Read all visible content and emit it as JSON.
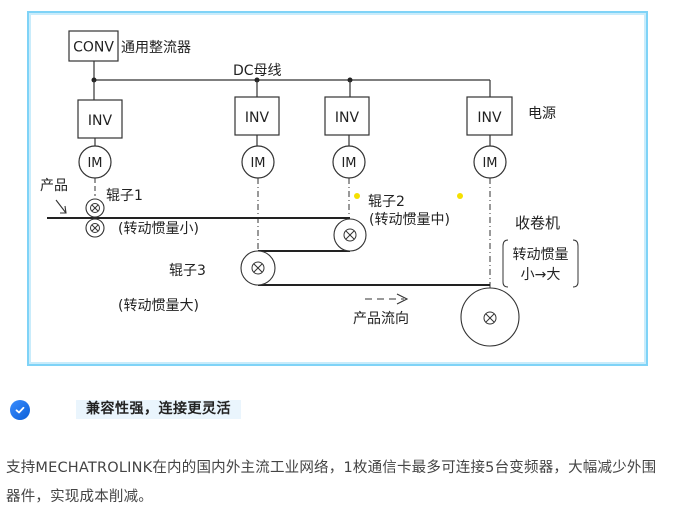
{
  "diagram": {
    "conv_box": "CONV",
    "conv_label": "通用整流器",
    "dc_bus_label": "DC母线",
    "inv_boxes": [
      "INV",
      "INV",
      "INV",
      "INV"
    ],
    "motors": [
      "IM",
      "IM",
      "IM",
      "IM"
    ],
    "power_label": "电源",
    "product_label": "产品",
    "roller1_label": "辊子1",
    "roller1_inertia": "(转动惯量小)",
    "roller2_label": "辊子2",
    "roller2_inertia": "(转动惯量中)",
    "roller3_label": "辊子3",
    "roller3_inertia": "(转动惯量大)",
    "winder_label": "收卷机",
    "winder_inertia_line1": "转动惯量",
    "winder_inertia_line2": "小→大",
    "flow_label": "产品流向",
    "frame_color": "#7fd3f7",
    "marker_color": "#f5e000"
  },
  "feature": {
    "icon": "check-circle-icon",
    "title": "兼容性强，连接更灵活",
    "accent": "#1a73e8"
  },
  "description": "支持MECHATROLINK在内的国内外主流工业网络，1枚通信卡最多可连接5台变频器，大幅减少外围器件，实现成本削减。"
}
